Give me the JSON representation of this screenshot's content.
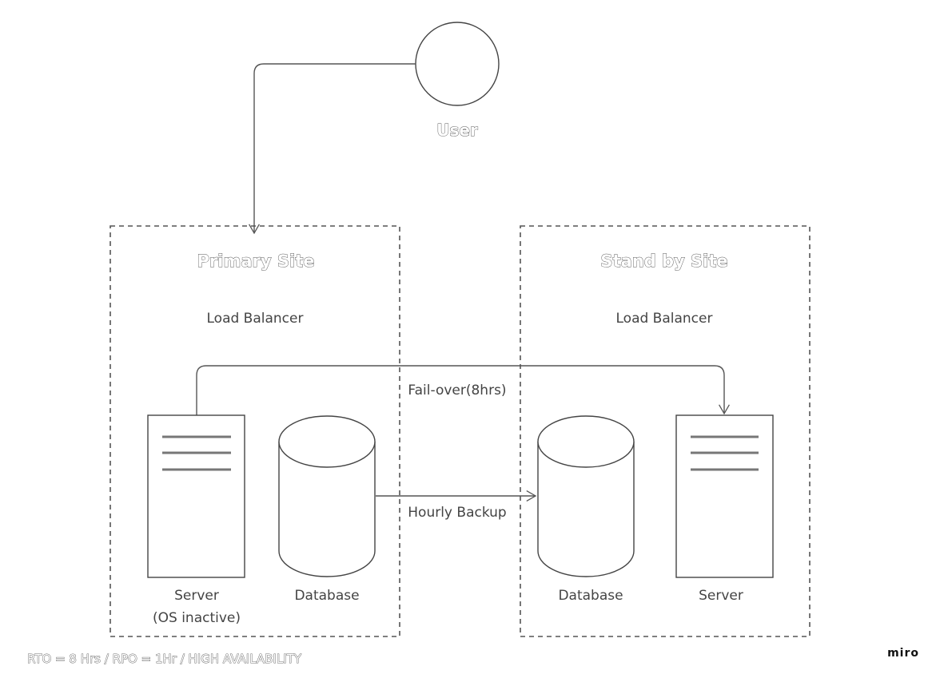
{
  "user": {
    "label": "User"
  },
  "primary_site": {
    "title": "Primary Site",
    "load_balancer": "Load Balancer",
    "server_label": "Server",
    "server_sublabel": "(OS inactive)",
    "database_label": "Database"
  },
  "standby_site": {
    "title": "Stand by Site",
    "load_balancer": "Load Balancer",
    "server_label": "Server",
    "database_label": "Database"
  },
  "connections": {
    "failover": "Fail-over(8hrs)",
    "backup": "Hourly Backup"
  },
  "footer": {
    "summary": "RTO = 8 Hrs / RPO = 1Hr / HIGH AVAILABILITY"
  },
  "brand": {
    "name": "miro"
  }
}
